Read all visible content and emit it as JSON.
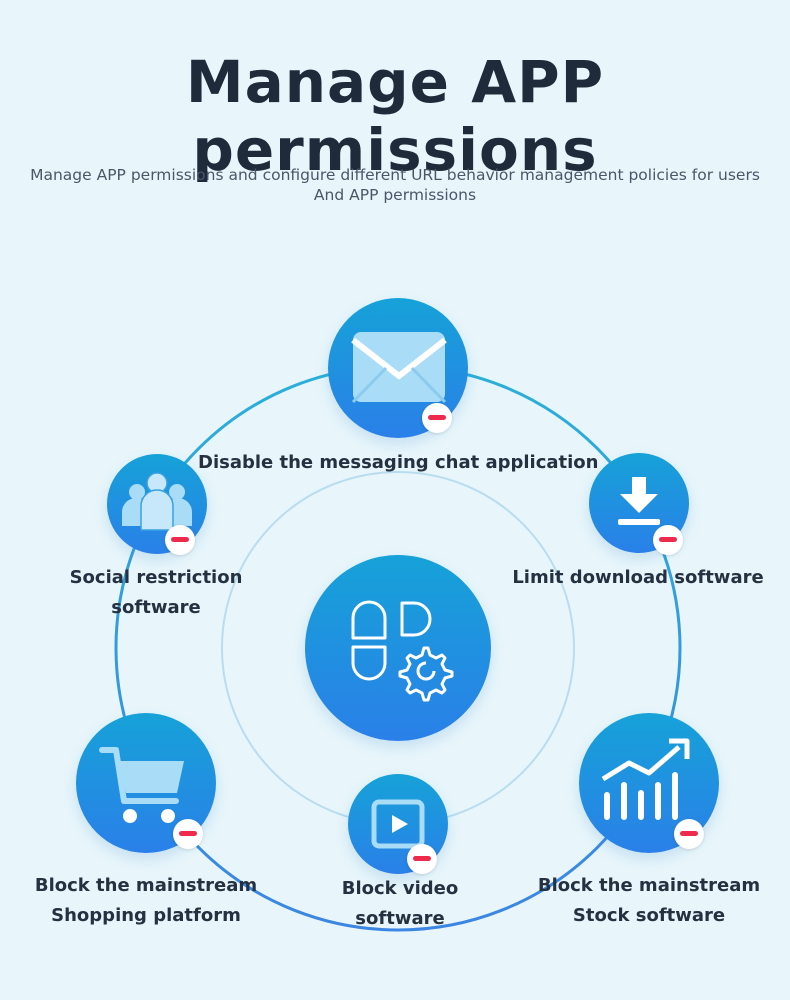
{
  "header": {
    "title": "Manage APP permissions",
    "subtitle_line1": "Manage APP permissions and configure different URL behavior management policies for users",
    "subtitle_line2": "And APP permissions"
  },
  "diagram": {
    "center_icon": "app-settings-icon",
    "colors": {
      "node_top": "#16a2d8",
      "node_bottom": "#2a80e8",
      "badge_minus": "#ee2a4d"
    },
    "items": [
      {
        "icon": "envelope-icon",
        "lines": [
          "Disable the messaging chat application"
        ]
      },
      {
        "icon": "download-icon",
        "lines": [
          "Limit download software"
        ]
      },
      {
        "icon": "stock-chart-icon",
        "lines": [
          "Block the mainstream",
          "Stock software"
        ]
      },
      {
        "icon": "video-play-icon",
        "lines": [
          "Block video",
          "software"
        ]
      },
      {
        "icon": "shopping-cart-icon",
        "lines": [
          "Block the mainstream",
          "Shopping platform"
        ]
      },
      {
        "icon": "people-group-icon",
        "lines": [
          "Social restriction",
          "software"
        ]
      }
    ]
  }
}
